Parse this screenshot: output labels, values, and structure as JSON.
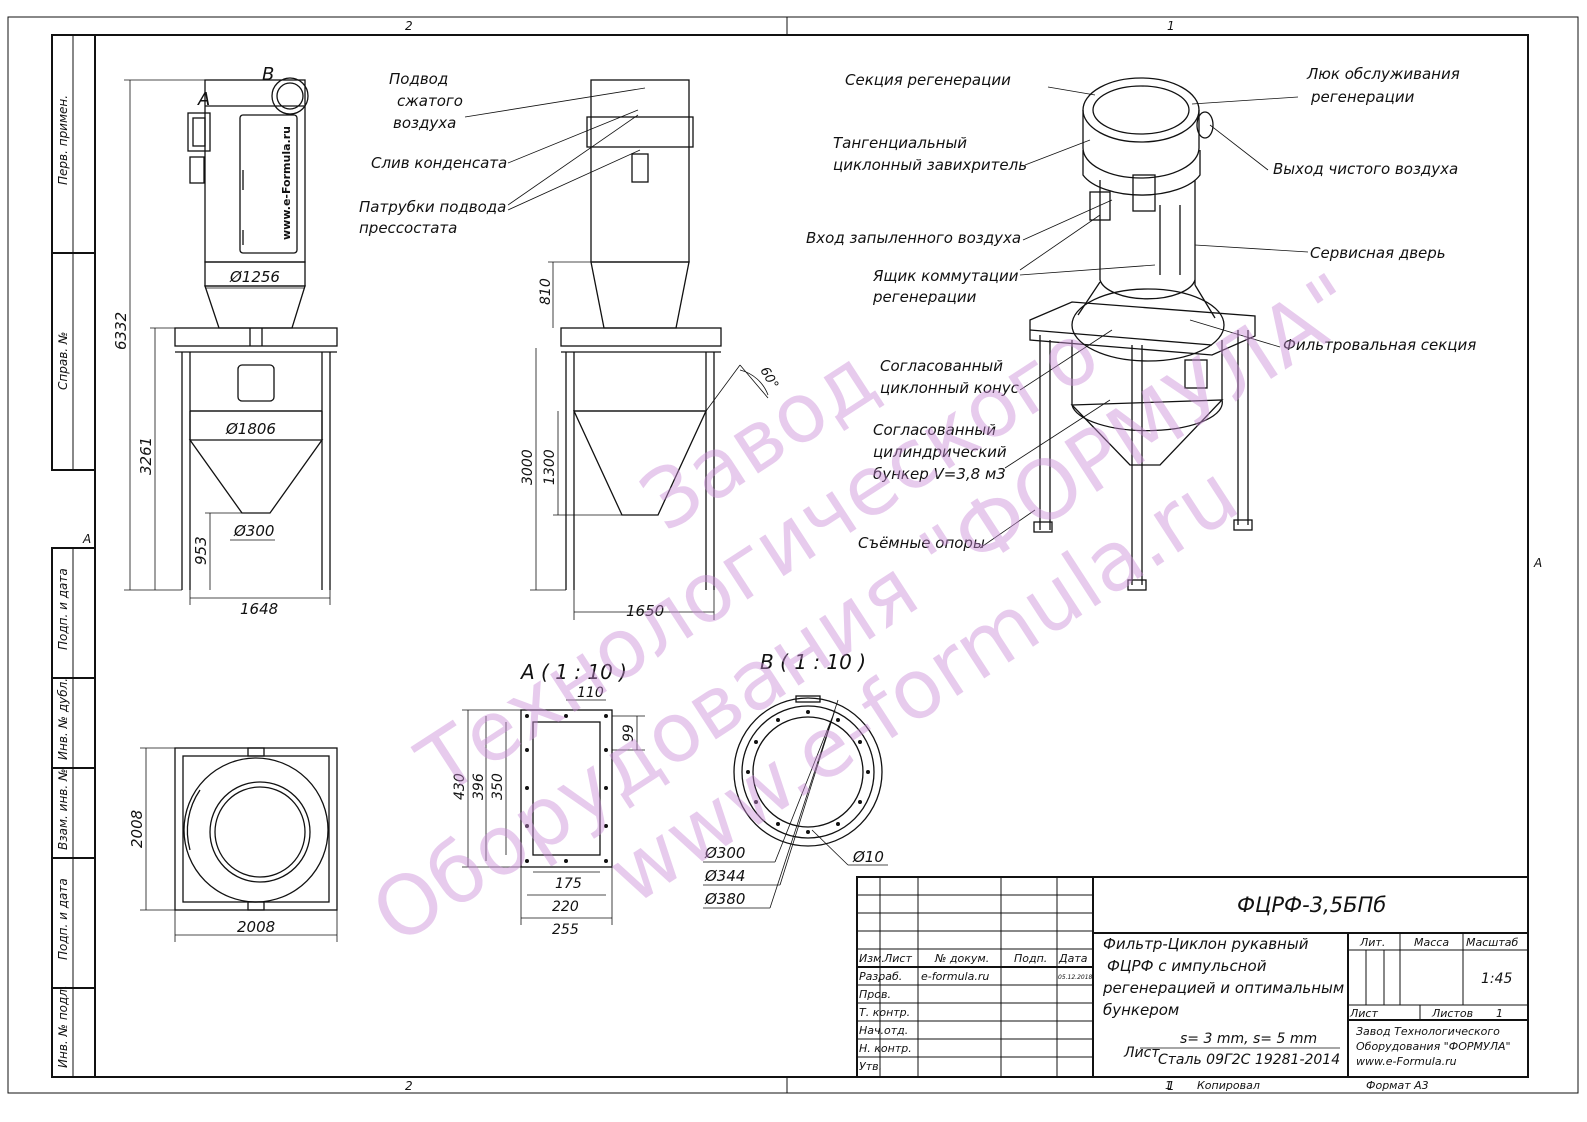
{
  "colors": {
    "line": "#111111",
    "watermark": "#c98bd6",
    "paper": "#ffffff"
  },
  "border": {
    "col_top_left": "2",
    "col_top_right": "1",
    "col_bottom_left": "2",
    "col_bottom_right": "1",
    "row_mark_left": "A",
    "row_mark_right": "A"
  },
  "side_stamps": [
    "Перв. примен.",
    "Справ. №",
    "Подп. и дата",
    "Инв. № дубл.",
    "Взам. инв. №",
    "Подп. и дата",
    "Инв. № подл."
  ],
  "watermark": {
    "line1": "Завод",
    "line2": "Технологического",
    "line3": "Оборудования \"ФОРМУЛА\"",
    "line4": "www.e-formula.ru"
  },
  "view_side": {
    "mark_a": "A",
    "mark_b": "B",
    "brand": "www.e-Formula.ru",
    "d_top": "Ø1256",
    "h_total": "6332",
    "h_support": "3261",
    "d_hopper": "Ø1806",
    "h_outlet": "953",
    "d_outlet": "Ø300",
    "width": "1648"
  },
  "view_front": {
    "h_cone": "810",
    "h_support": "3000",
    "h_hopper": "1300",
    "angle": "60°",
    "width": "1650"
  },
  "front_labels": {
    "compressed_air": [
      "Подвод",
      "сжатого",
      "воздуха"
    ],
    "condensate": "Слив конденсата",
    "pressostat": [
      "Патрубки подвода",
      "прессостата"
    ]
  },
  "iso_labels": {
    "regen_section": "Секция регенерации",
    "hatch": [
      "Люк обслуживания",
      "регенерации"
    ],
    "swirler": [
      "Тангенциальный",
      "циклонный завихритель"
    ],
    "clean_air": "Выход чистого воздуха",
    "dusty_air": "Вход запыленного воздуха",
    "service_door": "Сервисная дверь",
    "switch_box": [
      "Ящик коммутации",
      "регенерации"
    ],
    "filter_section": "Фильтровальная секция",
    "cone": [
      "Согласованный",
      "циклонный конус"
    ],
    "bunker": [
      "Согласованный",
      "цилиндрический",
      "бункер V=3,8 м3"
    ],
    "supports": "Съёмные опоры"
  },
  "view_plan": {
    "depth": "2008",
    "width": "2008"
  },
  "detail_a": {
    "title": "A ( 1 : 10 )",
    "d110": "110",
    "d99": "99",
    "d430": "430",
    "d396": "396",
    "d350": "350",
    "d175": "175",
    "d220": "220",
    "d255": "255"
  },
  "detail_b": {
    "title": "B ( 1 : 10 )",
    "d300": "Ø300",
    "d344": "Ø344",
    "d380": "Ø380",
    "d10": "Ø10"
  },
  "title_block": {
    "designation": "ФЦРФ-3,5БПб",
    "name": [
      "Фильтр-Циклон рукавный",
      "ФЦРФ с импульсной",
      "регенерацией и оптимальным",
      "бункером"
    ],
    "hdr_izm": "Изм.",
    "hdr_list": "Лист",
    "hdr_doc": "№ докум.",
    "hdr_sign": "Подп.",
    "hdr_date": "Дата",
    "row_razrab": "Разраб.",
    "razrab_name": "e-formula.ru",
    "razrab_date": "05.12.2018",
    "row_prov": "Пров.",
    "row_tkontr": "Т. контр.",
    "row_nachotd": "Нач.отд.",
    "row_nkontr": "Н. контр.",
    "row_utv": "Утв.",
    "hdr_lit": "Лит.",
    "hdr_mass": "Масса",
    "hdr_scale": "Масштаб",
    "scale": "1:45",
    "sheet_lbl": "Лист",
    "sheets_lbl": "Листов",
    "sheets": "1",
    "material_prefix": "Лист",
    "material_top": "s= 3 mm, s= 5 mm",
    "material_bottom": "Сталь 09Г2С 19281-2014",
    "company": [
      "Завод Технологического",
      "Оборудования \"ФОРМУЛА\"",
      "www.e-Formula.ru"
    ],
    "copy_num": "1",
    "copied": "Копировал",
    "format": "Формат А3"
  }
}
